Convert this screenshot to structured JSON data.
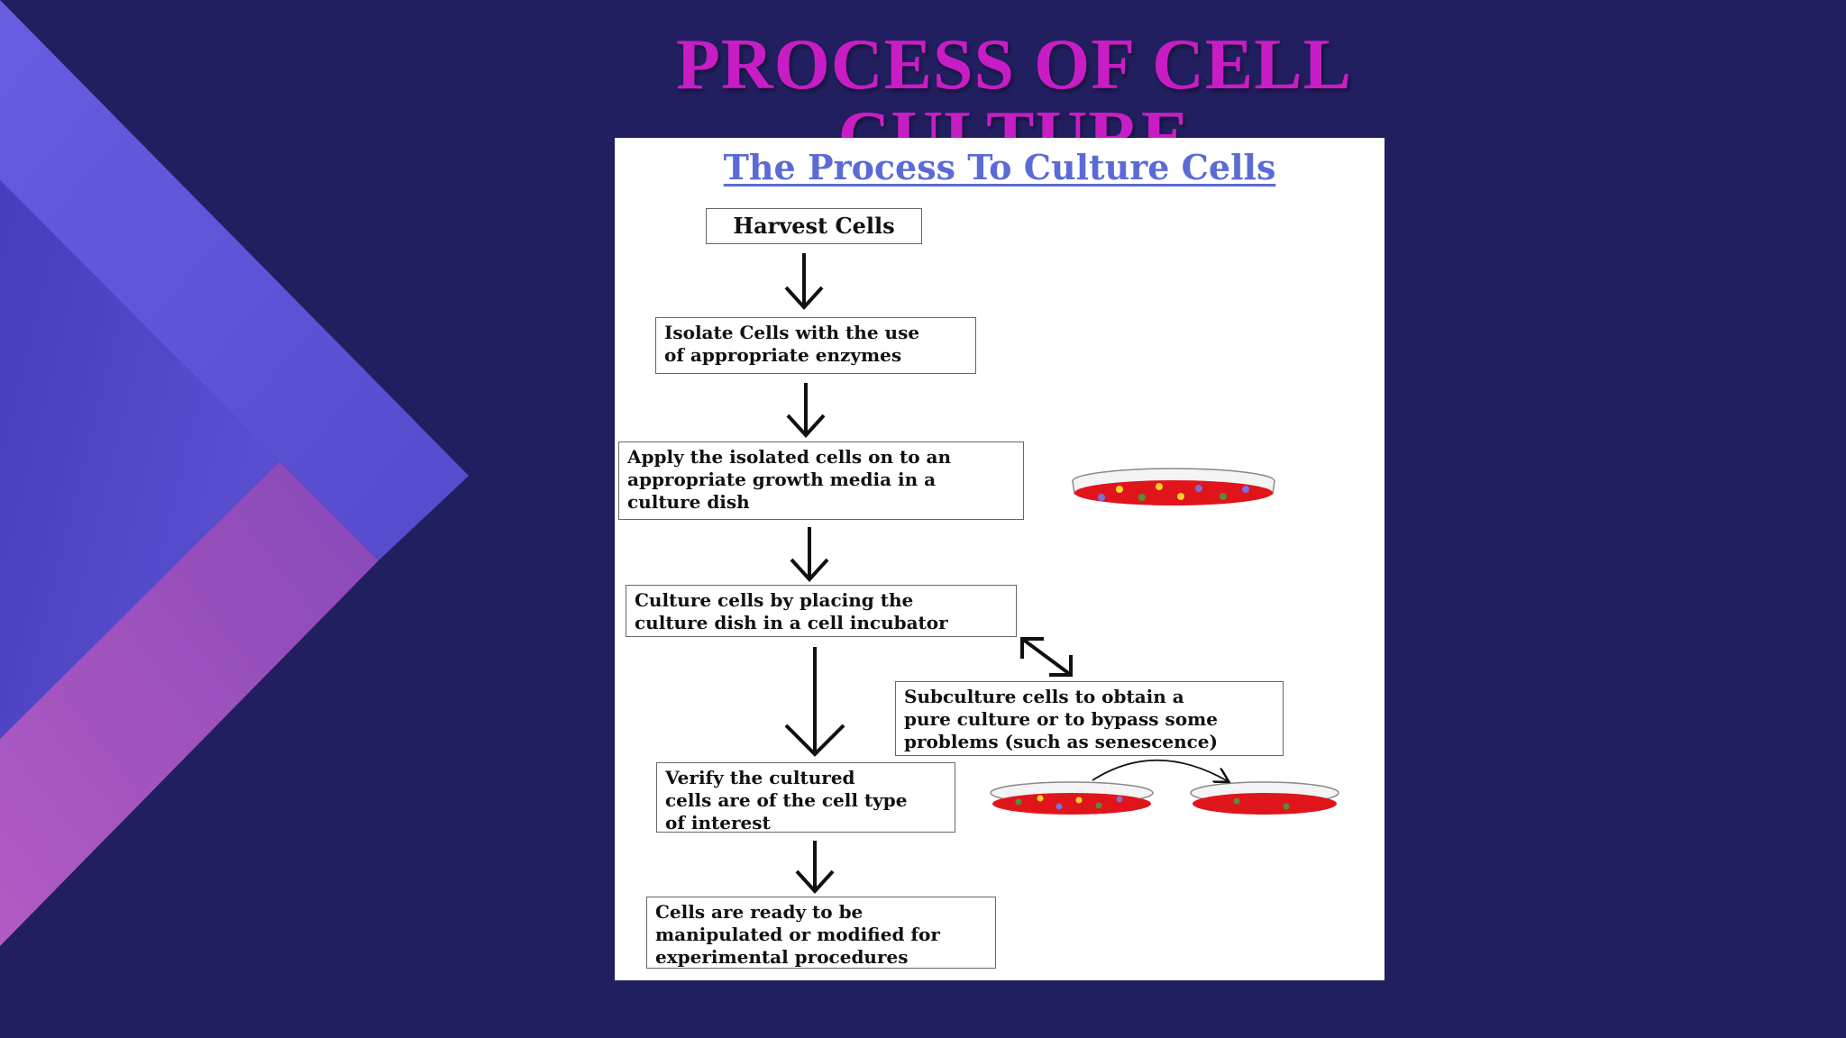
{
  "slide": {
    "title": "PROCESS OF CELL CULTURE"
  },
  "diagram": {
    "title": "The Process To Culture Cells",
    "steps": [
      "Harvest Cells",
      "Isolate Cells with the use\nof appropriate enzymes",
      "Apply the isolated cells on to an\nappropriate growth media in a\nculture dish",
      "Culture cells by placing the\nculture dish in a cell incubator",
      "Subculture cells to obtain a\npure culture or to bypass some\nproblems (such as senescence)",
      "Verify the cultured\ncells are of the cell type\n of interest",
      "Cells are ready to be\nmanipulated or modified for\nexperimental procedures"
    ]
  },
  "colors": {
    "background": "#221f60",
    "title": "#c81dc4",
    "diagram_title": "#5b6bd6",
    "dish_media": "#e0151c"
  }
}
